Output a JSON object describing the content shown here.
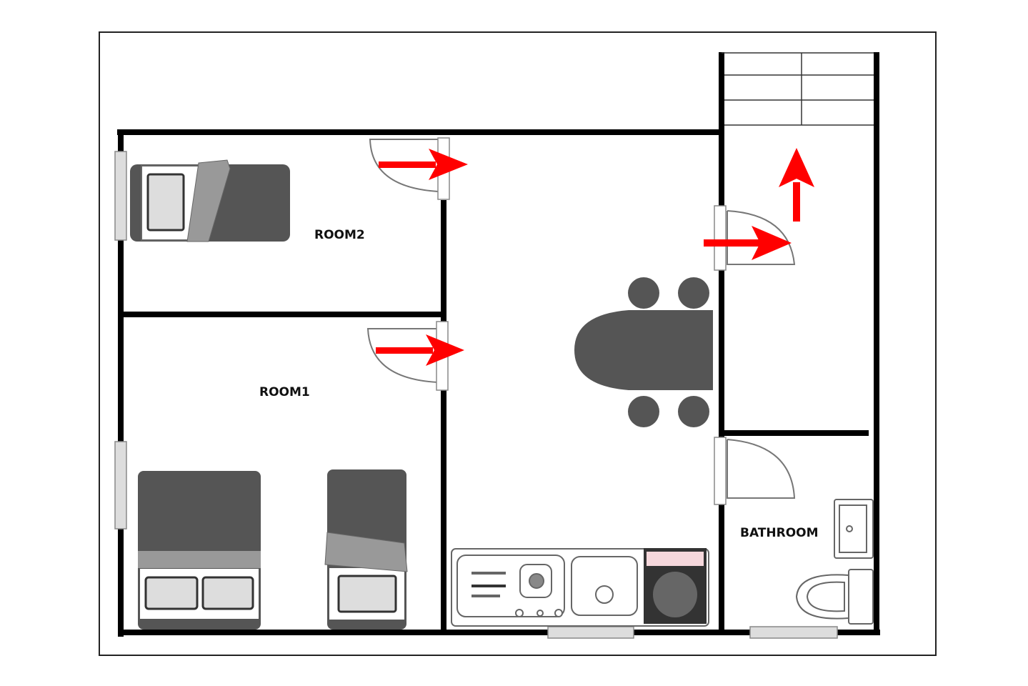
{
  "plan": {
    "rooms": [
      {
        "name": "ROOM2"
      },
      {
        "name": "ROOM1"
      },
      {
        "name": "BATHROOM"
      }
    ],
    "colors": {
      "wall": "#000000",
      "furniture": "#555555",
      "arrow": "#ff0000"
    }
  }
}
